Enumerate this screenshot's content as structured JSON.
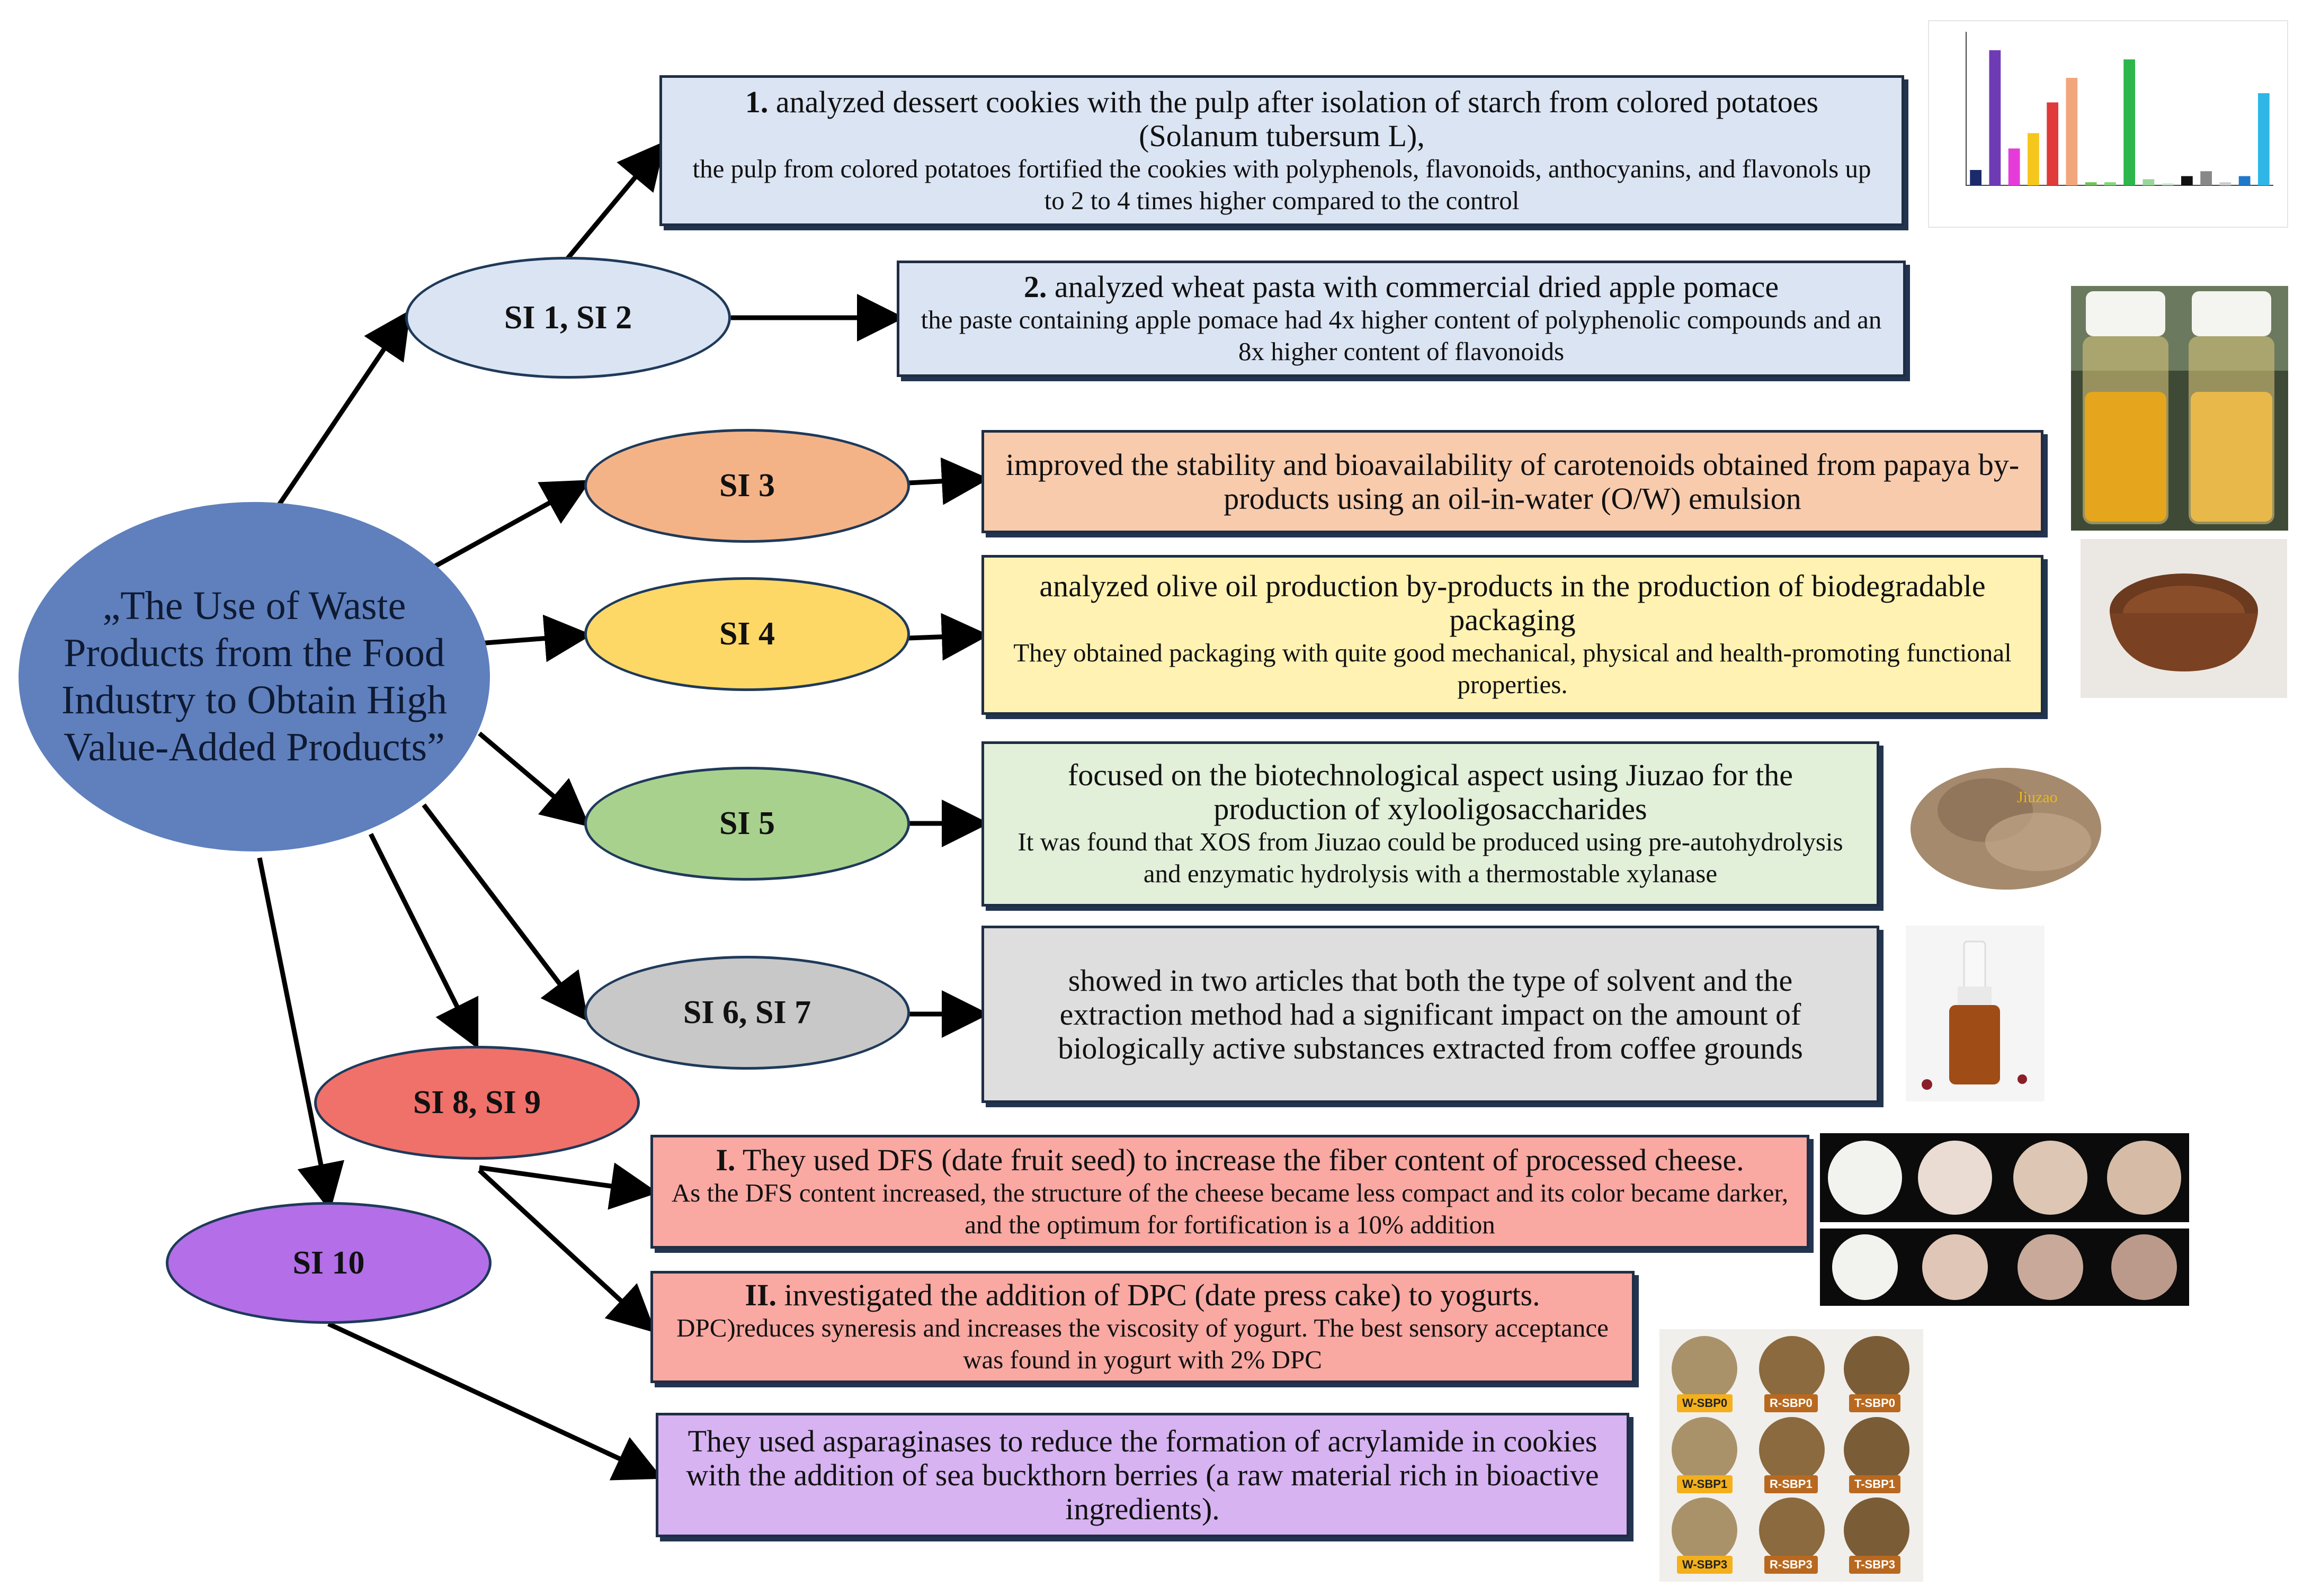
{
  "title": "„The Use of Waste Products from the Food Industry to Obtain High Value-Added Products”",
  "nodes": {
    "si12": "SI 1, SI 2",
    "si3": "SI 3",
    "si4": "SI 4",
    "si5": "SI 5",
    "si67": "SI 6, SI 7",
    "si89": "SI 8, SI 9",
    "si10": "SI 10"
  },
  "boxes": {
    "b1": {
      "num": "1.",
      "head": "analyzed dessert cookies with the pulp after isolation of starch from colored potatoes (Solanum tubersum L),",
      "sub": "the pulp from colored potatoes fortified the cookies with polyphenols, flavonoids, anthocyanins, and flavonols up to 2 to 4 times higher compared to the control"
    },
    "b2": {
      "num": "2.",
      "head": "analyzed wheat pasta with commercial dried apple pomace",
      "sub": "the paste containing apple pomace had 4x higher content of polyphenolic compounds and an 8x higher content of flavonoids"
    },
    "b3": {
      "head": "improved the stability and bioavailability of carotenoids obtained from papaya by-products using an oil-in-water (O/W) emulsion"
    },
    "b4": {
      "head": "analyzed olive oil production by-products in the production of biodegradable packaging",
      "sub": "They obtained packaging with quite good mechanical, physical and health-promoting functional properties."
    },
    "b5": {
      "head": "focused on the biotechnological aspect using Jiuzao for the production of xylooligosaccharides",
      "sub": "It was found that XOS from Jiuzao could be produced using pre-autohydrolysis and enzymatic hydrolysis with a thermostable xylanase"
    },
    "b6": {
      "head": "showed in two articles that both the type of solvent and the extraction method had a significant impact on the amount of biologically active substances extracted from coffee grounds"
    },
    "b8": {
      "num": "I.",
      "head": "They used DFS (date fruit seed) to increase the fiber content of processed cheese.",
      "sub": "As the DFS content increased, the structure of the cheese became less compact and its color became darker, and the optimum for fortification is a 10% addition"
    },
    "b9": {
      "num": "II.",
      "head": "investigated the addition of DPC (date press cake) to yogurts.",
      "sub": "DPC)reduces syneresis and increases the viscosity of yogurt. The best sensory acceptance was found in yogurt with 2% DPC"
    },
    "b10": {
      "head": "They used asparaginases to reduce the formation of acrylamide in cookies with the addition of sea buckthorn berries (a raw material rich in bioactive ingredients)."
    }
  },
  "photo_labels": {
    "jiuzao": "Jiuzao",
    "cookies": [
      "W-SBP0",
      "R-SBP0",
      "T-SBP0",
      "W-SBP1",
      "R-SBP1",
      "T-SBP1",
      "W-SBP3",
      "R-SBP3",
      "T-SBP3"
    ]
  },
  "mini_chart": {
    "bar_colors": [
      "#1b2a6b",
      "#6f3bb5",
      "#e53cd9",
      "#f5c61c",
      "#e03a3a",
      "#f2a67c",
      "#6fc35a",
      "#7fd77a",
      "#2db64b",
      "#9ad69a",
      "#c8e0c8",
      "#111111",
      "#888888",
      "#cccccc",
      "#1f78c8",
      "#2fb6e6"
    ],
    "bar_values": [
      2.5,
      22,
      6,
      8.5,
      13.5,
      17.5,
      0.5,
      0.5,
      20.5,
      1,
      0.3,
      1.5,
      2.3,
      0.5,
      1.5,
      15
    ]
  },
  "colors": {
    "main": "#5f80bd",
    "si12": "#dbe4f3",
    "si3": "#f4b387",
    "si4": "#fed866",
    "si5": "#a9d18e",
    "si67": "#c8c8c8",
    "si89": "#f0706a",
    "si10": "#b36ee8",
    "b1": "#dbe4f3",
    "b2": "#dbe4f3",
    "b3": "#f8cbad",
    "b4": "#fff2b2",
    "b5": "#e2efd9",
    "b6": "#dedede",
    "b8": "#f9a8a2",
    "b9": "#f9a8a2",
    "b10": "#d7b3f2"
  }
}
